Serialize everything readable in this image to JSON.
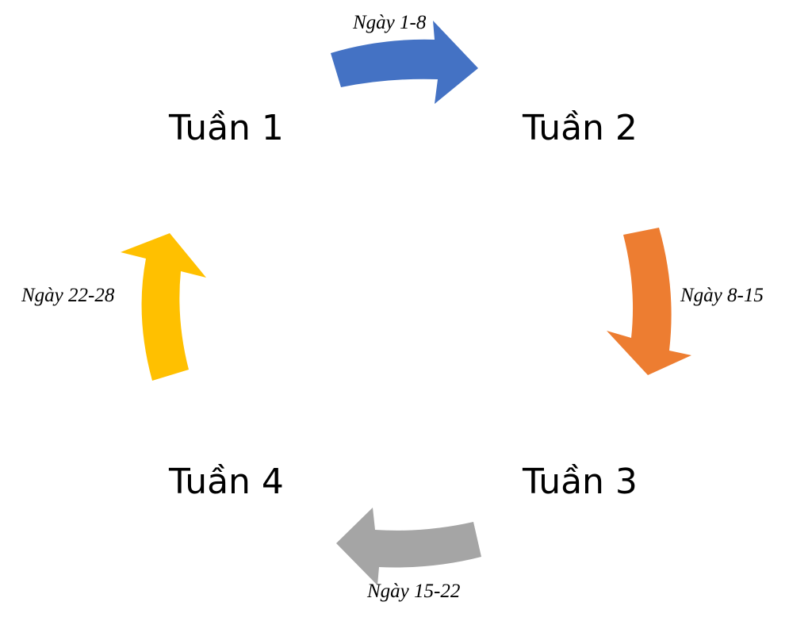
{
  "weeks": [
    {
      "label": "Tuần 1"
    },
    {
      "label": "Tuần 2"
    },
    {
      "label": "Tuần 3"
    },
    {
      "label": "Tuần 4"
    }
  ],
  "transitions": [
    {
      "label": "Ngày 1-8",
      "color": "#4472C4",
      "from": "Tuần 1",
      "to": "Tuần 2"
    },
    {
      "label": "Ngày 8-15",
      "color": "#ED7D31",
      "from": "Tuần 2",
      "to": "Tuần 3"
    },
    {
      "label": "Ngày 15-22",
      "color": "#A5A5A5",
      "from": "Tuần 3",
      "to": "Tuần 4"
    },
    {
      "label": "Ngày 22-28",
      "color": "#FFC000",
      "from": "Tuần 4",
      "to": "Tuần 1"
    }
  ]
}
